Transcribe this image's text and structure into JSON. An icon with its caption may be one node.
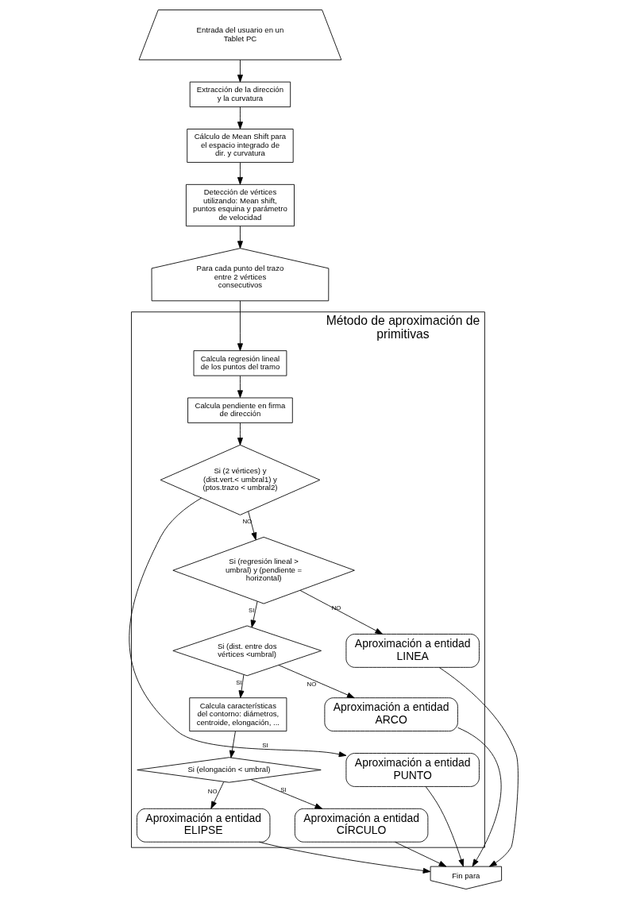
{
  "diagram": {
    "nodes": [
      {
        "text": [
          "Entrada del usuario en un Tablet PC"
        ]
      },
      {
        "text": [
          "Extracción de la dirección y la curvatura"
        ]
      },
      {
        "text": [
          "Cálculo de Mean Shift para el espacio integrado de dir. y curvatura"
        ]
      },
      {
        "text": [
          "Detección de vértices utilizando: Mean shift, puntos esquina y parámetro de velocidad"
        ]
      },
      {
        "text": [
          "Para cada punto del trazo entre 2 vértices consecutivos"
        ]
      },
      {
        "text": [
          "Método de aproximación de primitivas"
        ]
      },
      {
        "text": [
          "Calcula regresión lineal de los puntos del tramo"
        ],
        "in": 5
      },
      {
        "text": [
          "Calcula pendiente en firma de dirección"
        ],
        "in": 5
      },
      {
        "text": [
          "Si (2 vértices) y (dist.vert.< umbral1) y (ptos.trazo < umbral2)"
        ],
        "in": 5
      },
      {
        "text": [
          "Aproximación a entidad PUNTO"
        ],
        "in": 5
      },
      {
        "text": [
          "Si (regresión lineal > umbral) y (pendiente = horizontal)"
        ],
        "in": 5
      },
      {
        "text": [
          "Aproximación a entidad LINEA"
        ],
        "in": 5
      },
      {
        "text": [
          "Si (dist. entre dos vértices <umbral)"
        ],
        "in": 5
      },
      {
        "text": [
          "Aproximación a entidad ARCO"
        ],
        "in": 5
      },
      {
        "text": [
          "Calcula características del contorno: diámetros, centroide, elongación, ..."
        ],
        "in": 5
      },
      {
        "text": [
          "Si (elongación < umbral)"
        ],
        "in": 5
      },
      {
        "text": [
          "Aproximación a entidad ELIPSE"
        ],
        "in": 5
      },
      {
        "text": [
          "Aproximación a entidad CÍRCULO"
        ],
        "in": 5
      },
      {
        "text": [
          "Fin para"
        ]
      }
    ],
    "edges": [
      {
        "from": 0,
        "to": 1,
        "arrow": "to"
      },
      {
        "from": 1,
        "to": 2,
        "arrow": "to"
      },
      {
        "from": 2,
        "to": 3,
        "arrow": "to"
      },
      {
        "from": 3,
        "to": 4,
        "arrow": "to"
      },
      {
        "from": 4,
        "to": 6,
        "arrow": "to"
      },
      {
        "from": 6,
        "to": 7,
        "arrow": "to"
      },
      {
        "from": 7,
        "to": 8,
        "arrow": "to"
      },
      {
        "from": 8,
        "to": 9,
        "arrow": "to",
        "label": "SI"
      },
      {
        "from": 8,
        "to": 10,
        "arrow": "to",
        "label": "NO"
      },
      {
        "from": 10,
        "to": 11,
        "arrow": "to",
        "label": "NO"
      },
      {
        "from": 10,
        "to": 12,
        "arrow": "to",
        "label": "SI"
      },
      {
        "from": 12,
        "to": 13,
        "arrow": "to",
        "label": "NO"
      },
      {
        "from": 12,
        "to": 14,
        "arrow": "to",
        "label": "SI"
      },
      {
        "from": 14,
        "to": 15,
        "arrow": "to"
      },
      {
        "from": 15,
        "to": 16,
        "arrow": "to",
        "label": "NO"
      },
      {
        "from": 15,
        "to": 17,
        "arrow": "to",
        "label": "SI"
      },
      {
        "from": 9,
        "to": 18,
        "arrow": "to"
      },
      {
        "from": 11,
        "to": 18,
        "arrow": "to"
      },
      {
        "from": 13,
        "to": 18,
        "arrow": "to"
      },
      {
        "from": 16,
        "to": 18,
        "arrow": "to"
      },
      {
        "from": 17,
        "to": 18,
        "arrow": "to"
      }
    ]
  }
}
